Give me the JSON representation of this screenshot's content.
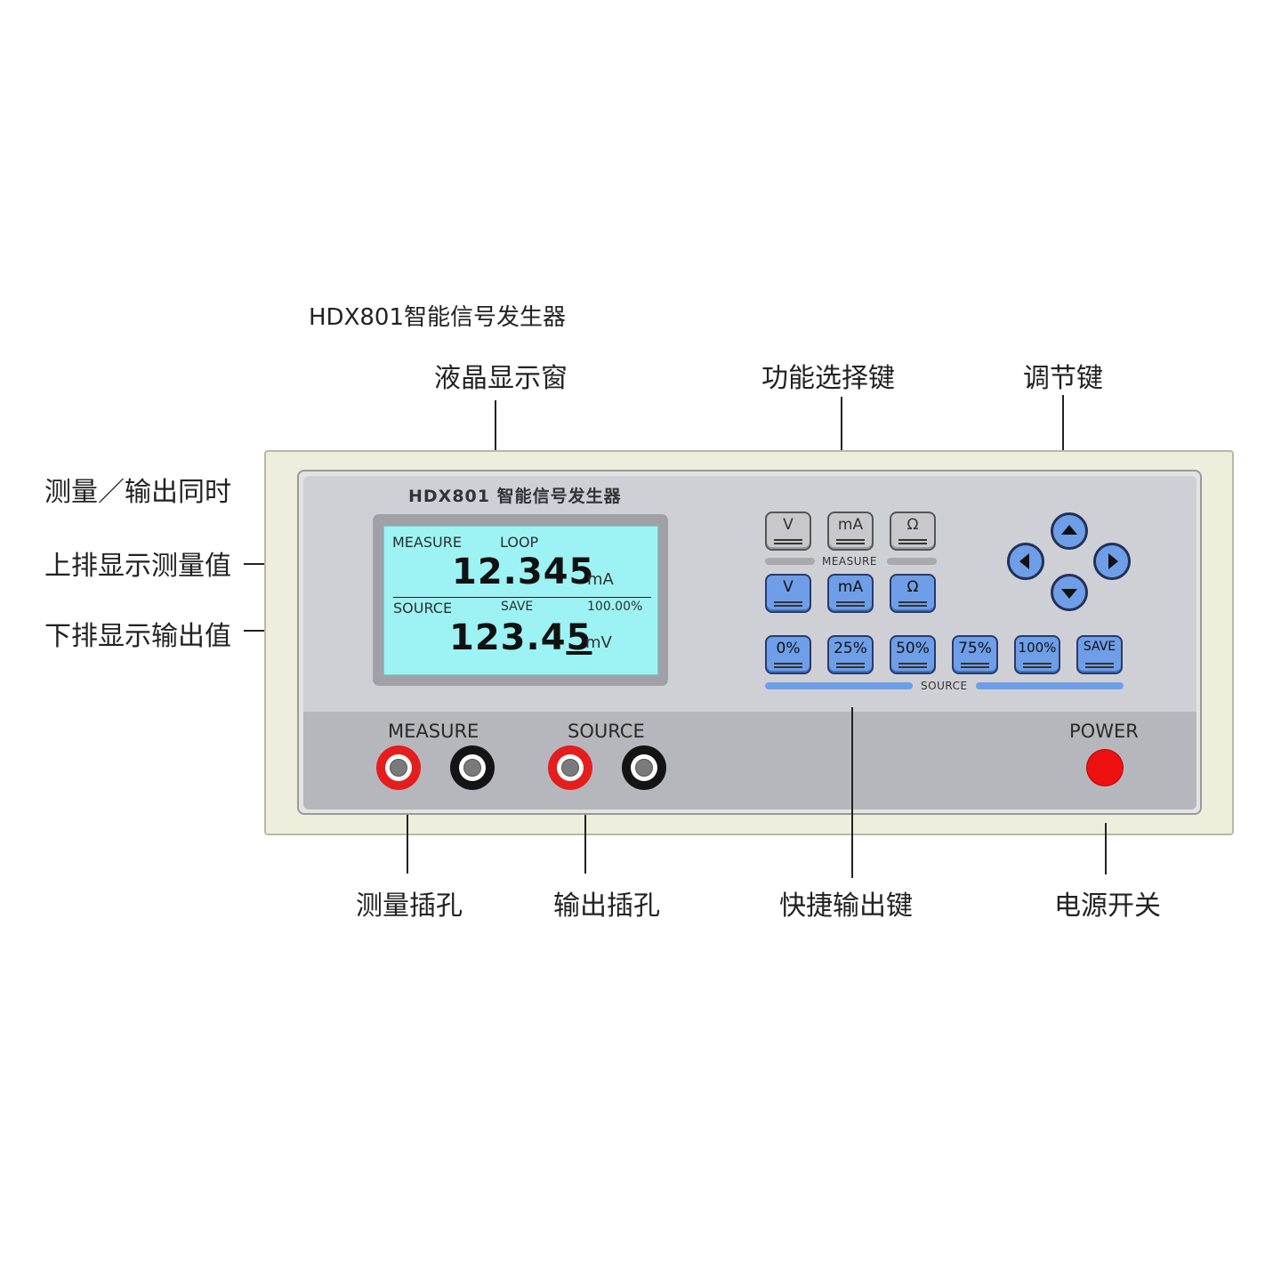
{
  "page_title": "HDX801智能信号发生器",
  "callouts": {
    "lcd_window": "液晶显示窗",
    "function_keys": "功能选择键",
    "adjust_keys": "调节键",
    "simultaneous": "测量／输出同时",
    "upper_row": "上排显示测量值",
    "lower_row": "下排显示输出值",
    "measure_jacks": "测量插孔",
    "source_jacks": "输出插孔",
    "quick_output_keys": "快捷输出键",
    "power_switch": "电源开关"
  },
  "device": {
    "model_title": "HDX801 智能信号发生器",
    "lcd": {
      "top_mode": "MEASURE",
      "top_status": "LOOP",
      "top_value": "12.345",
      "top_value_main": "12.34",
      "top_value_cursor": "5",
      "top_unit": "mA",
      "bottom_mode": "SOURCE",
      "bottom_status": "SAVE",
      "bottom_percent": "100.00%",
      "bottom_value_main": "123.4",
      "bottom_value_cursor": "5",
      "bottom_unit": "mV"
    },
    "measure_keys": [
      "V",
      "mA",
      "Ω"
    ],
    "measure_group_label": "MEASURE",
    "source_keys": [
      "V",
      "mA",
      "Ω"
    ],
    "quick_keys": [
      "0%",
      "25%",
      "50%",
      "75%",
      "100%",
      "SAVE"
    ],
    "source_group_label": "SOURCE",
    "nav_keys": [
      "up",
      "left",
      "right",
      "down"
    ],
    "jacks": {
      "measure_label": "MEASURE",
      "source_label": "SOURCE",
      "power_label": "POWER"
    },
    "colors": {
      "lcd_background": "#9df3f4",
      "blue_key": "#6f9ee8",
      "red_jack": "#e51d1d",
      "power_button": "#ee1111"
    }
  }
}
